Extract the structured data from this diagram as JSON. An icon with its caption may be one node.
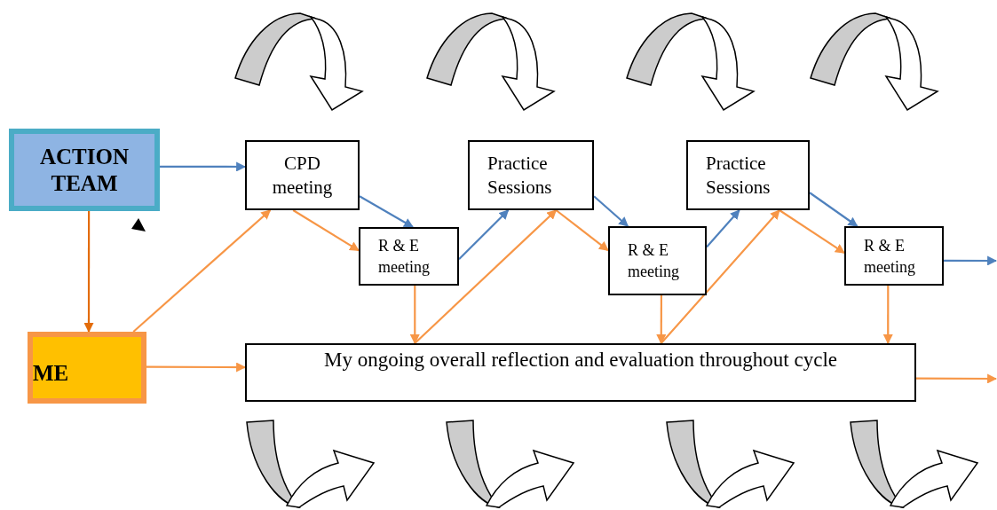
{
  "diagram": {
    "nodes": [
      {
        "text": [
          "ACTION TEAM"
        ]
      },
      {
        "text": [
          "ME"
        ]
      },
      {
        "text": [
          "CPD meeting"
        ]
      },
      {
        "text": [
          "R & E meeting"
        ]
      },
      {
        "text": [
          "Practice Sessions"
        ]
      },
      {
        "text": [
          "R & E meeting"
        ]
      },
      {
        "text": [
          "Practice Sessions"
        ]
      },
      {
        "text": [
          "R & E meeting"
        ]
      },
      {
        "text": [
          "My ongoing overall reflection and evaluation throughout cycle"
        ]
      }
    ],
    "edges": [
      {
        "from": 0,
        "to": 2,
        "arrow": "to",
        "color": "#4f81bd"
      },
      {
        "from": 0,
        "to": 1,
        "arrow": "to",
        "color": "#e36c0a"
      },
      {
        "from": 1,
        "to": 2,
        "arrow": "to"
      },
      {
        "from": 1,
        "to": 8,
        "arrow": "to"
      },
      {
        "from": 2,
        "to": 3,
        "arrow": "to",
        "color": "#4f81bd"
      },
      {
        "from": 2,
        "to": 3,
        "arrow": "to"
      },
      {
        "from": 3,
        "to": 4,
        "arrow": "to",
        "color": "#4f81bd"
      },
      {
        "from": 8,
        "to": 4,
        "arrow": "to"
      },
      {
        "from": 3,
        "to": 8,
        "arrow": "to"
      },
      {
        "from": 4,
        "to": 5,
        "arrow": "to",
        "color": "#4f81bd"
      },
      {
        "from": 4,
        "to": 5,
        "arrow": "to"
      },
      {
        "from": 5,
        "to": 6,
        "arrow": "to",
        "color": "#4f81bd"
      },
      {
        "from": 8,
        "to": 6,
        "arrow": "to"
      },
      {
        "from": 5,
        "to": 8,
        "arrow": "to"
      },
      {
        "from": 6,
        "to": 7,
        "arrow": "to",
        "color": "#4f81bd"
      },
      {
        "from": 6,
        "to": 7,
        "arrow": "to"
      },
      {
        "from": 7,
        "to": 8,
        "arrow": "to"
      },
      {
        "from": 7,
        "to": null,
        "arrow": "to",
        "color": "#4f81bd"
      },
      {
        "from": 8,
        "to": null,
        "arrow": "to"
      }
    ]
  }
}
